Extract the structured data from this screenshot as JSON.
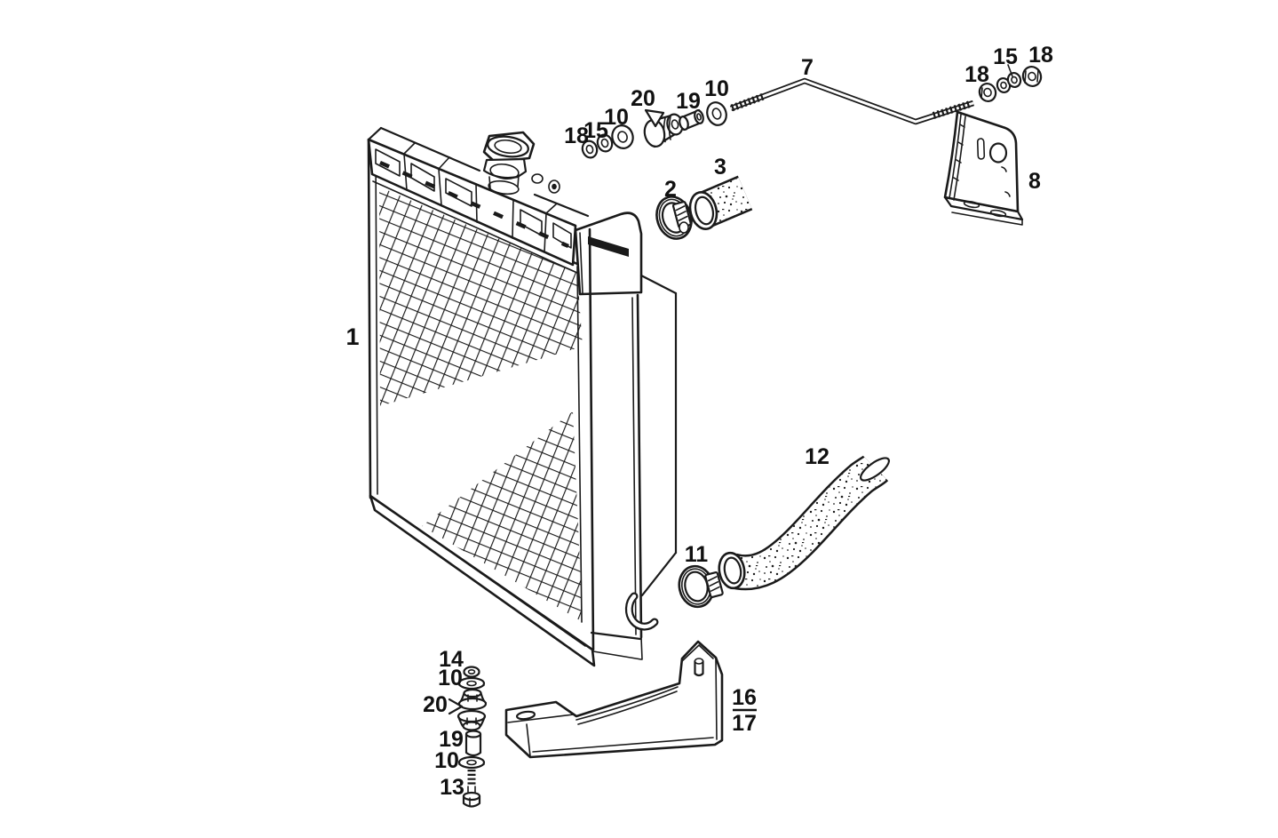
{
  "figure": {
    "background_color": "#ffffff",
    "line_color": "#1a1a1a"
  },
  "callouts": {
    "part1_radiator": {
      "text": "1"
    },
    "part2_clamp": {
      "text": "2"
    },
    "part3_sleeve": {
      "text": "3"
    },
    "part7_rod": {
      "text": "7"
    },
    "part8_bracket": {
      "text": "8"
    },
    "part10_rod_outer": {
      "text": "10"
    },
    "part10_rod_inner": {
      "text": "10"
    },
    "part10_stack_upper": {
      "text": "10"
    },
    "part10_stack_lower": {
      "text": "10"
    },
    "part11_clamp": {
      "text": "11"
    },
    "part12_hose": {
      "text": "12"
    },
    "part13_bolt": {
      "text": "13"
    },
    "part14_nut": {
      "text": "14"
    },
    "part15_rod": {
      "text": "15"
    },
    "part15_bracket": {
      "text": "15"
    },
    "part16_bracket": {
      "text": "16"
    },
    "part17_bracket": {
      "text": "17"
    },
    "part18_rod": {
      "text": "18"
    },
    "part18_bracket_a": {
      "text": "18"
    },
    "part18_bracket_b": {
      "text": "18"
    },
    "part19_rod": {
      "text": "19"
    },
    "part19_stack": {
      "text": "19"
    },
    "part20_rod": {
      "text": "20"
    },
    "part20_stack": {
      "text": "20"
    }
  }
}
